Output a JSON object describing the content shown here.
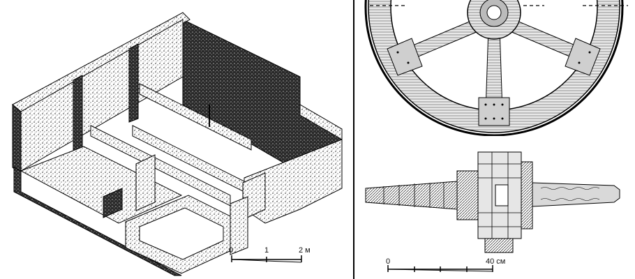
{
  "left_panel": {
    "scale": {
      "tick_0": "0",
      "tick_1": "1",
      "tick_2": "2 м"
    }
  },
  "right_panel": {
    "scale": {
      "tick_0": "0",
      "tick_end": "40 см"
    }
  },
  "colors": {
    "ink": "#111111",
    "background": "#ffffff",
    "divider": "#000000"
  }
}
